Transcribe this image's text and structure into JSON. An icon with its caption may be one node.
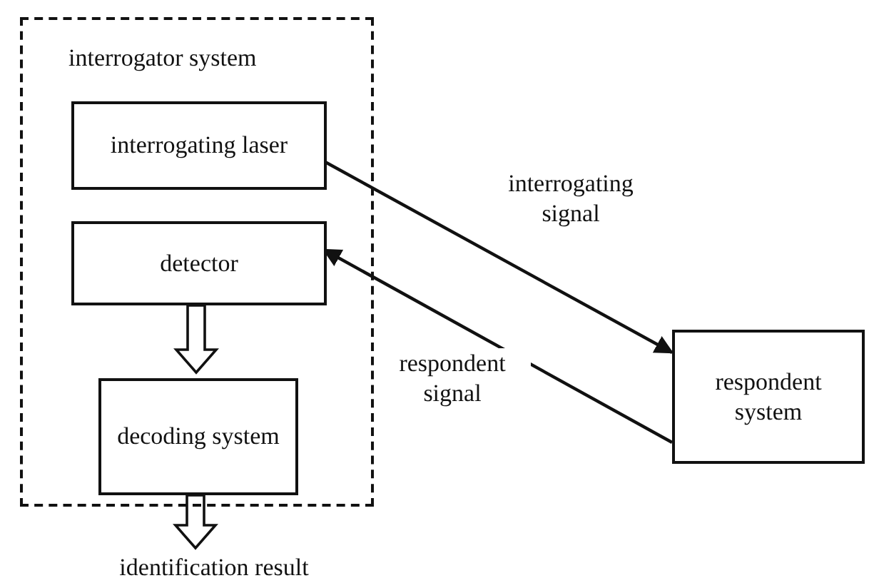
{
  "diagram": {
    "nodes": [
      {
        "text": [
          "interrogator system"
        ]
      },
      {
        "text": [
          "interrogating laser"
        ],
        "in": 0
      },
      {
        "text": [
          "detector"
        ],
        "in": 0
      },
      {
        "text": [
          "decoding system"
        ],
        "in": 0
      },
      {
        "text": [
          "respondent system"
        ]
      },
      {
        "text": [
          "identification result"
        ]
      }
    ],
    "edges": [
      {
        "from": 1,
        "to": 4,
        "arrow": "to",
        "label": "interrogating signal"
      },
      {
        "from": 4,
        "to": 2,
        "arrow": "to",
        "label": "respondent signal"
      },
      {
        "from": 2,
        "to": 3,
        "arrow": "to",
        "style": "thick"
      },
      {
        "from": 3,
        "to": 5,
        "arrow": "to",
        "style": "thick"
      }
    ]
  }
}
